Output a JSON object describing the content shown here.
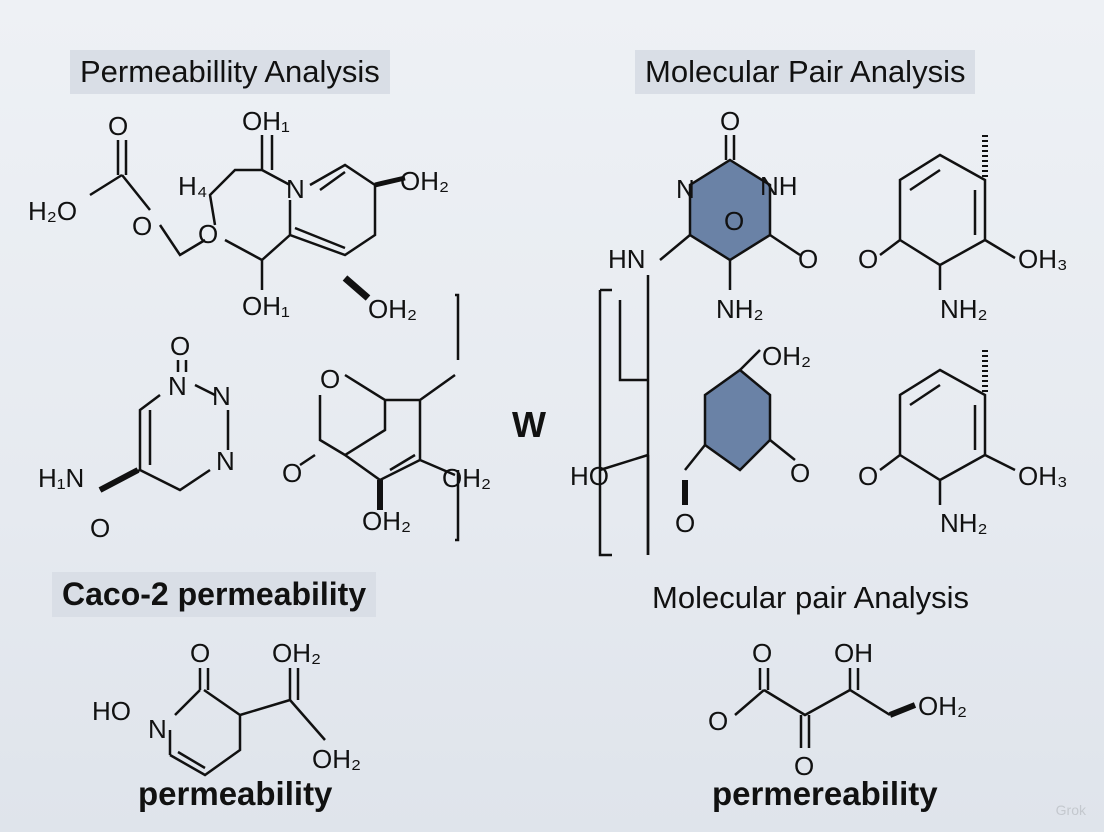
{
  "headers": {
    "top_left": "Permeabillity Analysis",
    "top_right": "Molecular Pair Analysis",
    "bottom_left": "Caco-2 permeability",
    "bottom_right": "Molecular pair Analysis"
  },
  "captions": {
    "left": "permeability",
    "right": "permereability"
  },
  "center_letter": "W",
  "logo": "Grok",
  "colors": {
    "ring_fill": "#6a82a6",
    "header_box": "#d9dee6"
  },
  "atoms": [
    "O",
    "OH₁",
    "H₂O",
    "H₄",
    "N",
    "OH₂",
    "O",
    "O",
    "OH₁",
    "OH₂",
    "O",
    "N",
    "N",
    "N",
    "H₁N",
    "O",
    "O",
    "O",
    "OH₂",
    "OH₂",
    "O",
    "N",
    "NH",
    "O",
    "O",
    "HN",
    "NH₂",
    "O",
    "OH₃",
    "NH₂",
    "OH₂",
    "O",
    "HO",
    "O",
    "O",
    "OH₃",
    "NH₂",
    "O",
    "OH₂",
    "HO",
    "N",
    "OH₂",
    "O",
    "OH",
    "OH₂",
    "O",
    "O"
  ]
}
